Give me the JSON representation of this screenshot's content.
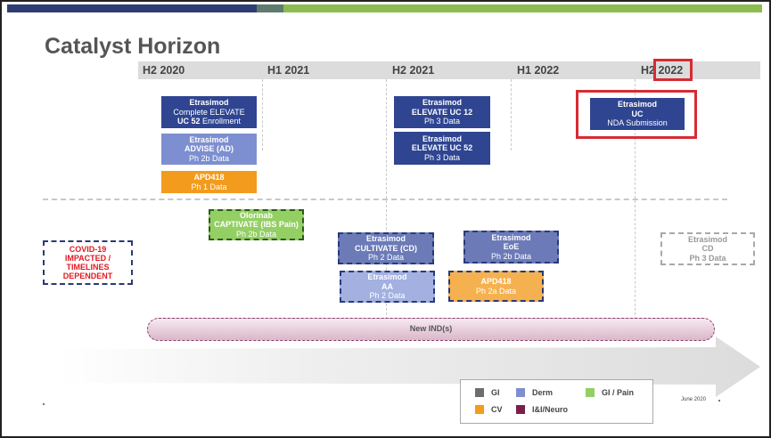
{
  "page": {
    "title": "Catalyst Horizon",
    "date_note": "June 2020"
  },
  "colors": {
    "navy": "#2f4591",
    "periwinkle": "#7d8fd0",
    "orange": "#f39b1d",
    "green": "#93cf63",
    "gray": "#6d6d6d",
    "plum": "#7a1f4a",
    "highlight_red": "#d62b33"
  },
  "timeline": {
    "periods": [
      "H2 2020",
      "H1 2021",
      "H2 2021",
      "H1 2022",
      "H2 2022"
    ]
  },
  "milestones": {
    "elevate_uc52_enrollment": {
      "l1": "Etrasimod",
      "l2": "Complete ELEVATE",
      "l3a": "UC 52",
      "l3b": " Enrollment"
    },
    "advise_ad": {
      "l1": "Etrasimod",
      "l2": "ADVISE (AD)",
      "l3": "Ph 2b Data"
    },
    "apd418_ph1": {
      "l1": "APD418",
      "l2": "Ph 1 Data"
    },
    "elevate_uc12": {
      "l1": "Etrasimod",
      "l2": "ELEVATE UC 12",
      "l3": "Ph 3 Data"
    },
    "elevate_uc52": {
      "l1": "Etrasimod",
      "l2": "ELEVATE UC 52",
      "l3": "Ph 3 Data"
    },
    "uc_nda": {
      "l1": "Etrasimod",
      "l2": "UC",
      "l3": "NDA Submission"
    },
    "captivate": {
      "l1": "Olorinab",
      "l2": "CAPTIVATE (IBS Pain)",
      "l3": "Ph 2b Data"
    },
    "covid": {
      "l1": "COVID-19",
      "l2": "IMPACTED /",
      "l3": "TIMELINES",
      "l4": "DEPENDENT"
    },
    "cultivate": {
      "l1": "Etrasimod",
      "l2": "CULTIVATE (CD)",
      "l3": "Ph 2 Data"
    },
    "aa": {
      "l1": "Etrasimod",
      "l2": "AA",
      "l3": "Ph 2 Data"
    },
    "eoe": {
      "l1": "Etrasimod",
      "l2": "EoE",
      "l3": "Ph 2b Data"
    },
    "apd418_ph2a": {
      "l1": "APD418",
      "l2": "Ph 2a Data"
    },
    "cd_ph3": {
      "l1": "Etrasimod",
      "l2": "CD",
      "l3": "Ph 3 Data"
    }
  },
  "new_ind": {
    "label": "New IND(s)"
  },
  "legend": {
    "gi": "GI",
    "derm": "Derm",
    "gi_pain": "GI / Pain",
    "cv": "CV",
    "ii_neuro": "I&I/Neuro"
  }
}
